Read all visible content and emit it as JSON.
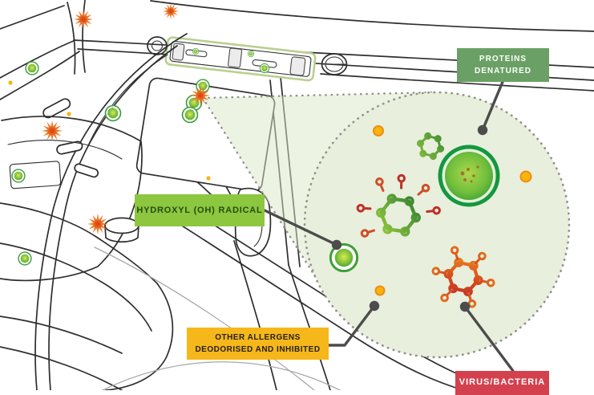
{
  "figure": {
    "subject": "car-cabin-air-purification-diagram"
  },
  "callouts": {
    "proteins": {
      "line1": "PROTEINS",
      "line2": "DENATURED"
    },
    "hydroxyl": {
      "text": "HYDROXYL (OH) RADICAL"
    },
    "allergens": {
      "line1": "OTHER ALLERGENS",
      "line2": "DEODORISED AND INHIBITED"
    },
    "virus": {
      "text": "VIRUS/BACTERIA"
    }
  },
  "colors": {
    "proteins_box": "#6AA065",
    "hydroxyl_box": "#8DC63F",
    "hydroxyl_text": "#234D10",
    "allergens_box": "#F6B71B",
    "allergens_text": "#262019",
    "virus_box": "#D4414E",
    "line_art": "#2E2E2E",
    "line_art_light": "#A8A8A8",
    "vent_green": "#B9D08E",
    "circle_fill": "#E8EFDD",
    "cone_fill": "#DCE8C8",
    "dotted_border": "#90938A",
    "callout": "#4C4C4C",
    "particle_ring": "#3D9E3A",
    "starburst_orange": "#EF7622",
    "starburst_core": "#DC4A1C",
    "yellow_particle": "#FBB30E",
    "yellow_particle_ring": "#ED8E12",
    "cell_ring": "#149740",
    "speck_brown": "#A2622F"
  },
  "icons": {
    "green_particle": "glowing green dot with halo ring (hydroxyl radical)",
    "starburst": "12-point orange starburst (contaminant)",
    "yellow_particle": "small amber dot (allergen)",
    "pollen_molecule": "green hexagon ring molecule",
    "allergen_molecule": "green hexagon shedding red club fragments",
    "virus_molecule": "red-orange hexagon with club spikes",
    "protein_cell": "large green cell with denatured specks",
    "magnifier": "dotted magnifying cone and circle"
  }
}
